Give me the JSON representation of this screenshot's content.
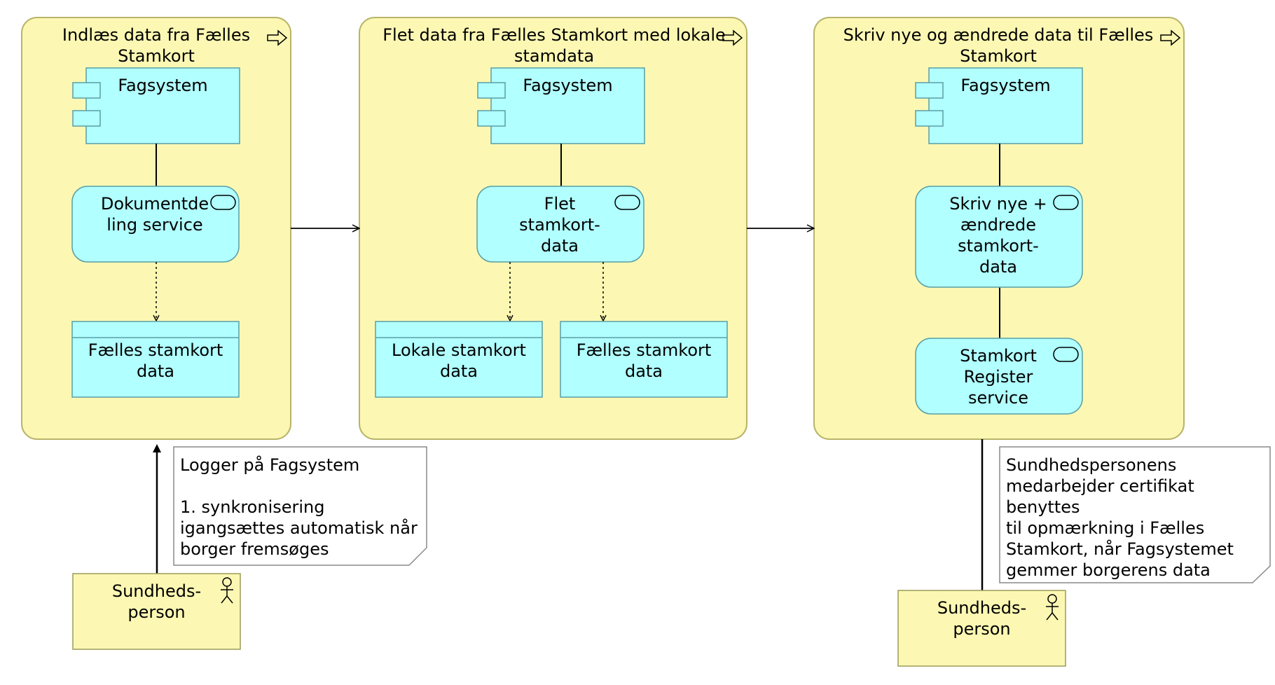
{
  "colors": {
    "process_fill": "#fcf8b3",
    "process_stroke": "#b8b469",
    "app_fill": "#b1ffff",
    "app_stroke": "#5a9ea6",
    "actor_fill": "#fcf8b3",
    "actor_stroke": "#9b9b5a",
    "note_fill": "#ffffff",
    "note_stroke": "#8a8a8a",
    "line": "#000000"
  },
  "processes": [
    {
      "title": "Indlæs data fra Fælles\nStamkort",
      "icon": "process-arrow-icon"
    },
    {
      "title": "Flet data fra Fælles Stamkort med lokale\nstamdata",
      "icon": "process-arrow-icon"
    },
    {
      "title": "Skriv nye og ændrede data til Fælles\nStamkort",
      "icon": "process-arrow-icon"
    }
  ],
  "components": [
    {
      "label": "Fagsystem",
      "icon": "component-icon"
    },
    {
      "label": "Fagsystem",
      "icon": "component-icon"
    },
    {
      "label": "Fagsystem",
      "icon": "component-icon"
    }
  ],
  "services": [
    {
      "label": "Dokumentde\nling service",
      "icon": "service-icon"
    },
    {
      "label": "Flet\nstamkort-\ndata",
      "icon": "service-icon"
    },
    {
      "label": "Skriv nye +\nændrede\nstamkort-\ndata",
      "icon": "service-icon"
    },
    {
      "label": "Stamkort\nRegister\nservice",
      "icon": "service-icon"
    }
  ],
  "data_objects": [
    {
      "label": "Fælles stamkort\ndata"
    },
    {
      "label": "Lokale stamkort\ndata"
    },
    {
      "label": "Fælles stamkort\ndata"
    }
  ],
  "actors": [
    {
      "label": "Sundheds-\nperson",
      "icon": "actor-icon"
    },
    {
      "label": "Sundheds-\nperson",
      "icon": "actor-icon"
    }
  ],
  "notes": [
    {
      "text": "Logger på Fagsystem\n\n1. synkronisering\nigangsættes automatisk når\nborger fremsøges"
    },
    {
      "text": "Sundhedspersonens\nmedarbejder certifikat benyttes\ntil opmærkning i Fælles\nStamkort, når Fagsystemet\ngemmer borgerens data"
    }
  ]
}
